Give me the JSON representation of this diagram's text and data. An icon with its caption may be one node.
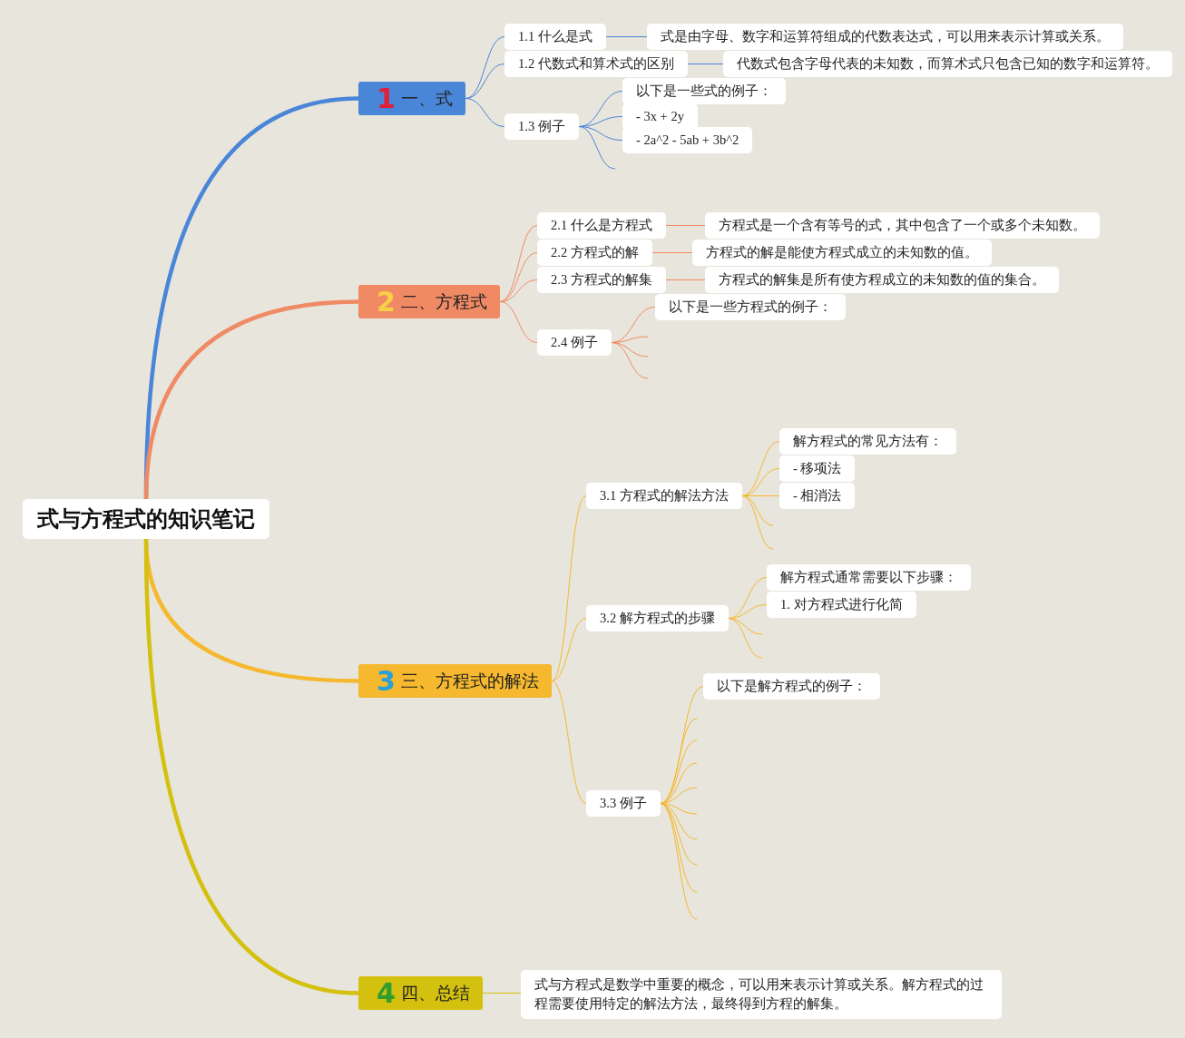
{
  "diagram": {
    "nodes": [
      {
        "text": [
          "式与方程式的知识笔记"
        ]
      },
      {
        "text": [
          "1",
          "一、式"
        ]
      },
      {
        "text": [
          "1.1 什么是式"
        ]
      },
      {
        "text": [
          "式是由字母、数字和运算符组成的代数表达式，可以用来表示计算或关系。"
        ]
      },
      {
        "text": [
          "1.2 代数式和算术式的区别"
        ]
      },
      {
        "text": [
          "代数式包含字母代表的未知数，而算术式只包含已知的数字和运算符。"
        ]
      },
      {
        "text": [
          "1.3 例子"
        ]
      },
      {
        "text": [
          "以下是一些式的例子："
        ]
      },
      {
        "text": [
          "- 3x + 2y"
        ]
      },
      {
        "text": [
          "- 2a^2 - 5ab + 3b^2"
        ]
      },
      {
        "text": [
          "2",
          "二、方程式"
        ]
      },
      {
        "text": [
          "2.1 什么是方程式"
        ]
      },
      {
        "text": [
          "方程式是一个含有等号的式，其中包含了一个或多个未知数。"
        ]
      },
      {
        "text": [
          "2.2 方程式的解"
        ]
      },
      {
        "text": [
          "方程式的解是能使方程式成立的未知数的值。"
        ]
      },
      {
        "text": [
          "2.3 方程式的解集"
        ]
      },
      {
        "text": [
          "方程式的解集是所有使方程成立的未知数的值的集合。"
        ]
      },
      {
        "text": [
          "2.4 例子"
        ]
      },
      {
        "text": [
          "以下是一些方程式的例子："
        ]
      },
      {
        "text": [
          "3",
          "三、方程式的解法"
        ]
      },
      {
        "text": [
          "3.1 方程式的解法方法"
        ]
      },
      {
        "text": [
          "解方程式的常见方法有："
        ]
      },
      {
        "text": [
          "- 移项法"
        ]
      },
      {
        "text": [
          "- 相消法"
        ]
      },
      {
        "text": [
          "3.2 解方程式的步骤"
        ]
      },
      {
        "text": [
          "解方程式通常需要以下步骤："
        ]
      },
      {
        "text": [
          "1. 对方程式进行化简"
        ]
      },
      {
        "text": [
          "3.3 例子"
        ]
      },
      {
        "text": [
          "以下是解方程式的例子："
        ]
      },
      {
        "text": [
          "4",
          "四、总结"
        ]
      },
      {
        "text": [
          "式与方程式是数学中重要的概念，可以用来表示计算或关系。解方程式的过程需要使用特定的解法方法，最终得到方程的解集。"
        ]
      }
    ],
    "edges": [
      {
        "from": 0,
        "to": 1,
        "arrow": "none",
        "style": "thick",
        "color": "#4a86d8"
      },
      {
        "from": 0,
        "to": 10,
        "arrow": "none",
        "style": "thick",
        "color": "#f08a65"
      },
      {
        "from": 0,
        "to": 19,
        "arrow": "none",
        "style": "thick",
        "color": "#f5b82e"
      },
      {
        "from": 0,
        "to": 29,
        "arrow": "none",
        "style": "thick",
        "color": "#d4c00f"
      },
      {
        "from": 1,
        "to": 2,
        "arrow": "none",
        "color": "#4a86d8"
      },
      {
        "from": 2,
        "to": 3,
        "arrow": "none",
        "color": "#4a86d8"
      },
      {
        "from": 1,
        "to": 4,
        "arrow": "none",
        "color": "#4a86d8"
      },
      {
        "from": 4,
        "to": 5,
        "arrow": "none",
        "color": "#4a86d8"
      },
      {
        "from": 1,
        "to": 6,
        "arrow": "none",
        "color": "#4a86d8"
      },
      {
        "from": 6,
        "to": 7,
        "arrow": "none",
        "color": "#4a86d8"
      },
      {
        "from": 6,
        "to": 8,
        "arrow": "none",
        "color": "#4a86d8"
      },
      {
        "from": 6,
        "to": 9,
        "arrow": "none",
        "color": "#4a86d8"
      },
      {
        "from": 6,
        "to": null,
        "arrow": "none",
        "color": "#4a86d8"
      },
      {
        "from": 10,
        "to": 11,
        "arrow": "none",
        "color": "#f08a65"
      },
      {
        "from": 11,
        "to": 12,
        "arrow": "none",
        "color": "#f08a65"
      },
      {
        "from": 10,
        "to": 13,
        "arrow": "none",
        "color": "#f08a65"
      },
      {
        "from": 13,
        "to": 14,
        "arrow": "none",
        "color": "#f08a65"
      },
      {
        "from": 10,
        "to": 15,
        "arrow": "none",
        "color": "#f08a65"
      },
      {
        "from": 15,
        "to": 16,
        "arrow": "none",
        "color": "#f08a65"
      },
      {
        "from": 10,
        "to": 17,
        "arrow": "none",
        "color": "#f08a65"
      },
      {
        "from": 17,
        "to": 18,
        "arrow": "none",
        "color": "#f08a65"
      },
      {
        "from": 17,
        "to": null,
        "arrow": "none",
        "color": "#f08a65"
      },
      {
        "from": 17,
        "to": null,
        "arrow": "none",
        "color": "#f08a65"
      },
      {
        "from": 17,
        "to": null,
        "arrow": "none",
        "color": "#f08a65"
      },
      {
        "from": 19,
        "to": 20,
        "arrow": "none",
        "color": "#f5b82e"
      },
      {
        "from": 20,
        "to": 21,
        "arrow": "none",
        "color": "#f5b82e"
      },
      {
        "from": 20,
        "to": 22,
        "arrow": "none",
        "color": "#f5b82e"
      },
      {
        "from": 20,
        "to": 23,
        "arrow": "none",
        "color": "#f5b82e"
      },
      {
        "from": 20,
        "to": null,
        "arrow": "none",
        "color": "#f5b82e"
      },
      {
        "from": 20,
        "to": null,
        "arrow": "none",
        "color": "#f5b82e"
      },
      {
        "from": 19,
        "to": 24,
        "arrow": "none",
        "color": "#f5b82e"
      },
      {
        "from": 24,
        "to": 25,
        "arrow": "none",
        "color": "#f5b82e"
      },
      {
        "from": 24,
        "to": 26,
        "arrow": "none",
        "color": "#f5b82e"
      },
      {
        "from": 24,
        "to": null,
        "arrow": "none",
        "color": "#f5b82e"
      },
      {
        "from": 24,
        "to": null,
        "arrow": "none",
        "color": "#f5b82e"
      },
      {
        "from": 19,
        "to": 27,
        "arrow": "none",
        "color": "#f5b82e"
      },
      {
        "from": 27,
        "to": 28,
        "arrow": "none",
        "color": "#f5b82e"
      },
      {
        "from": 27,
        "to": null,
        "arrow": "none",
        "color": "#f5b82e"
      },
      {
        "from": 27,
        "to": null,
        "arrow": "none",
        "color": "#f5b82e"
      },
      {
        "from": 27,
        "to": null,
        "arrow": "none",
        "color": "#f5b82e"
      },
      {
        "from": 27,
        "to": null,
        "arrow": "none",
        "color": "#f5b82e"
      },
      {
        "from": 27,
        "to": null,
        "arrow": "none",
        "color": "#f5b82e"
      },
      {
        "from": 27,
        "to": null,
        "arrow": "none",
        "color": "#f5b82e"
      },
      {
        "from": 27,
        "to": null,
        "arrow": "none",
        "color": "#f5b82e"
      },
      {
        "from": 27,
        "to": null,
        "arrow": "none",
        "color": "#f5b82e"
      },
      {
        "from": 27,
        "to": null,
        "arrow": "none",
        "color": "#f5b82e"
      },
      {
        "from": 29,
        "to": 30,
        "arrow": "none",
        "color": "#d4c00f"
      }
    ]
  }
}
